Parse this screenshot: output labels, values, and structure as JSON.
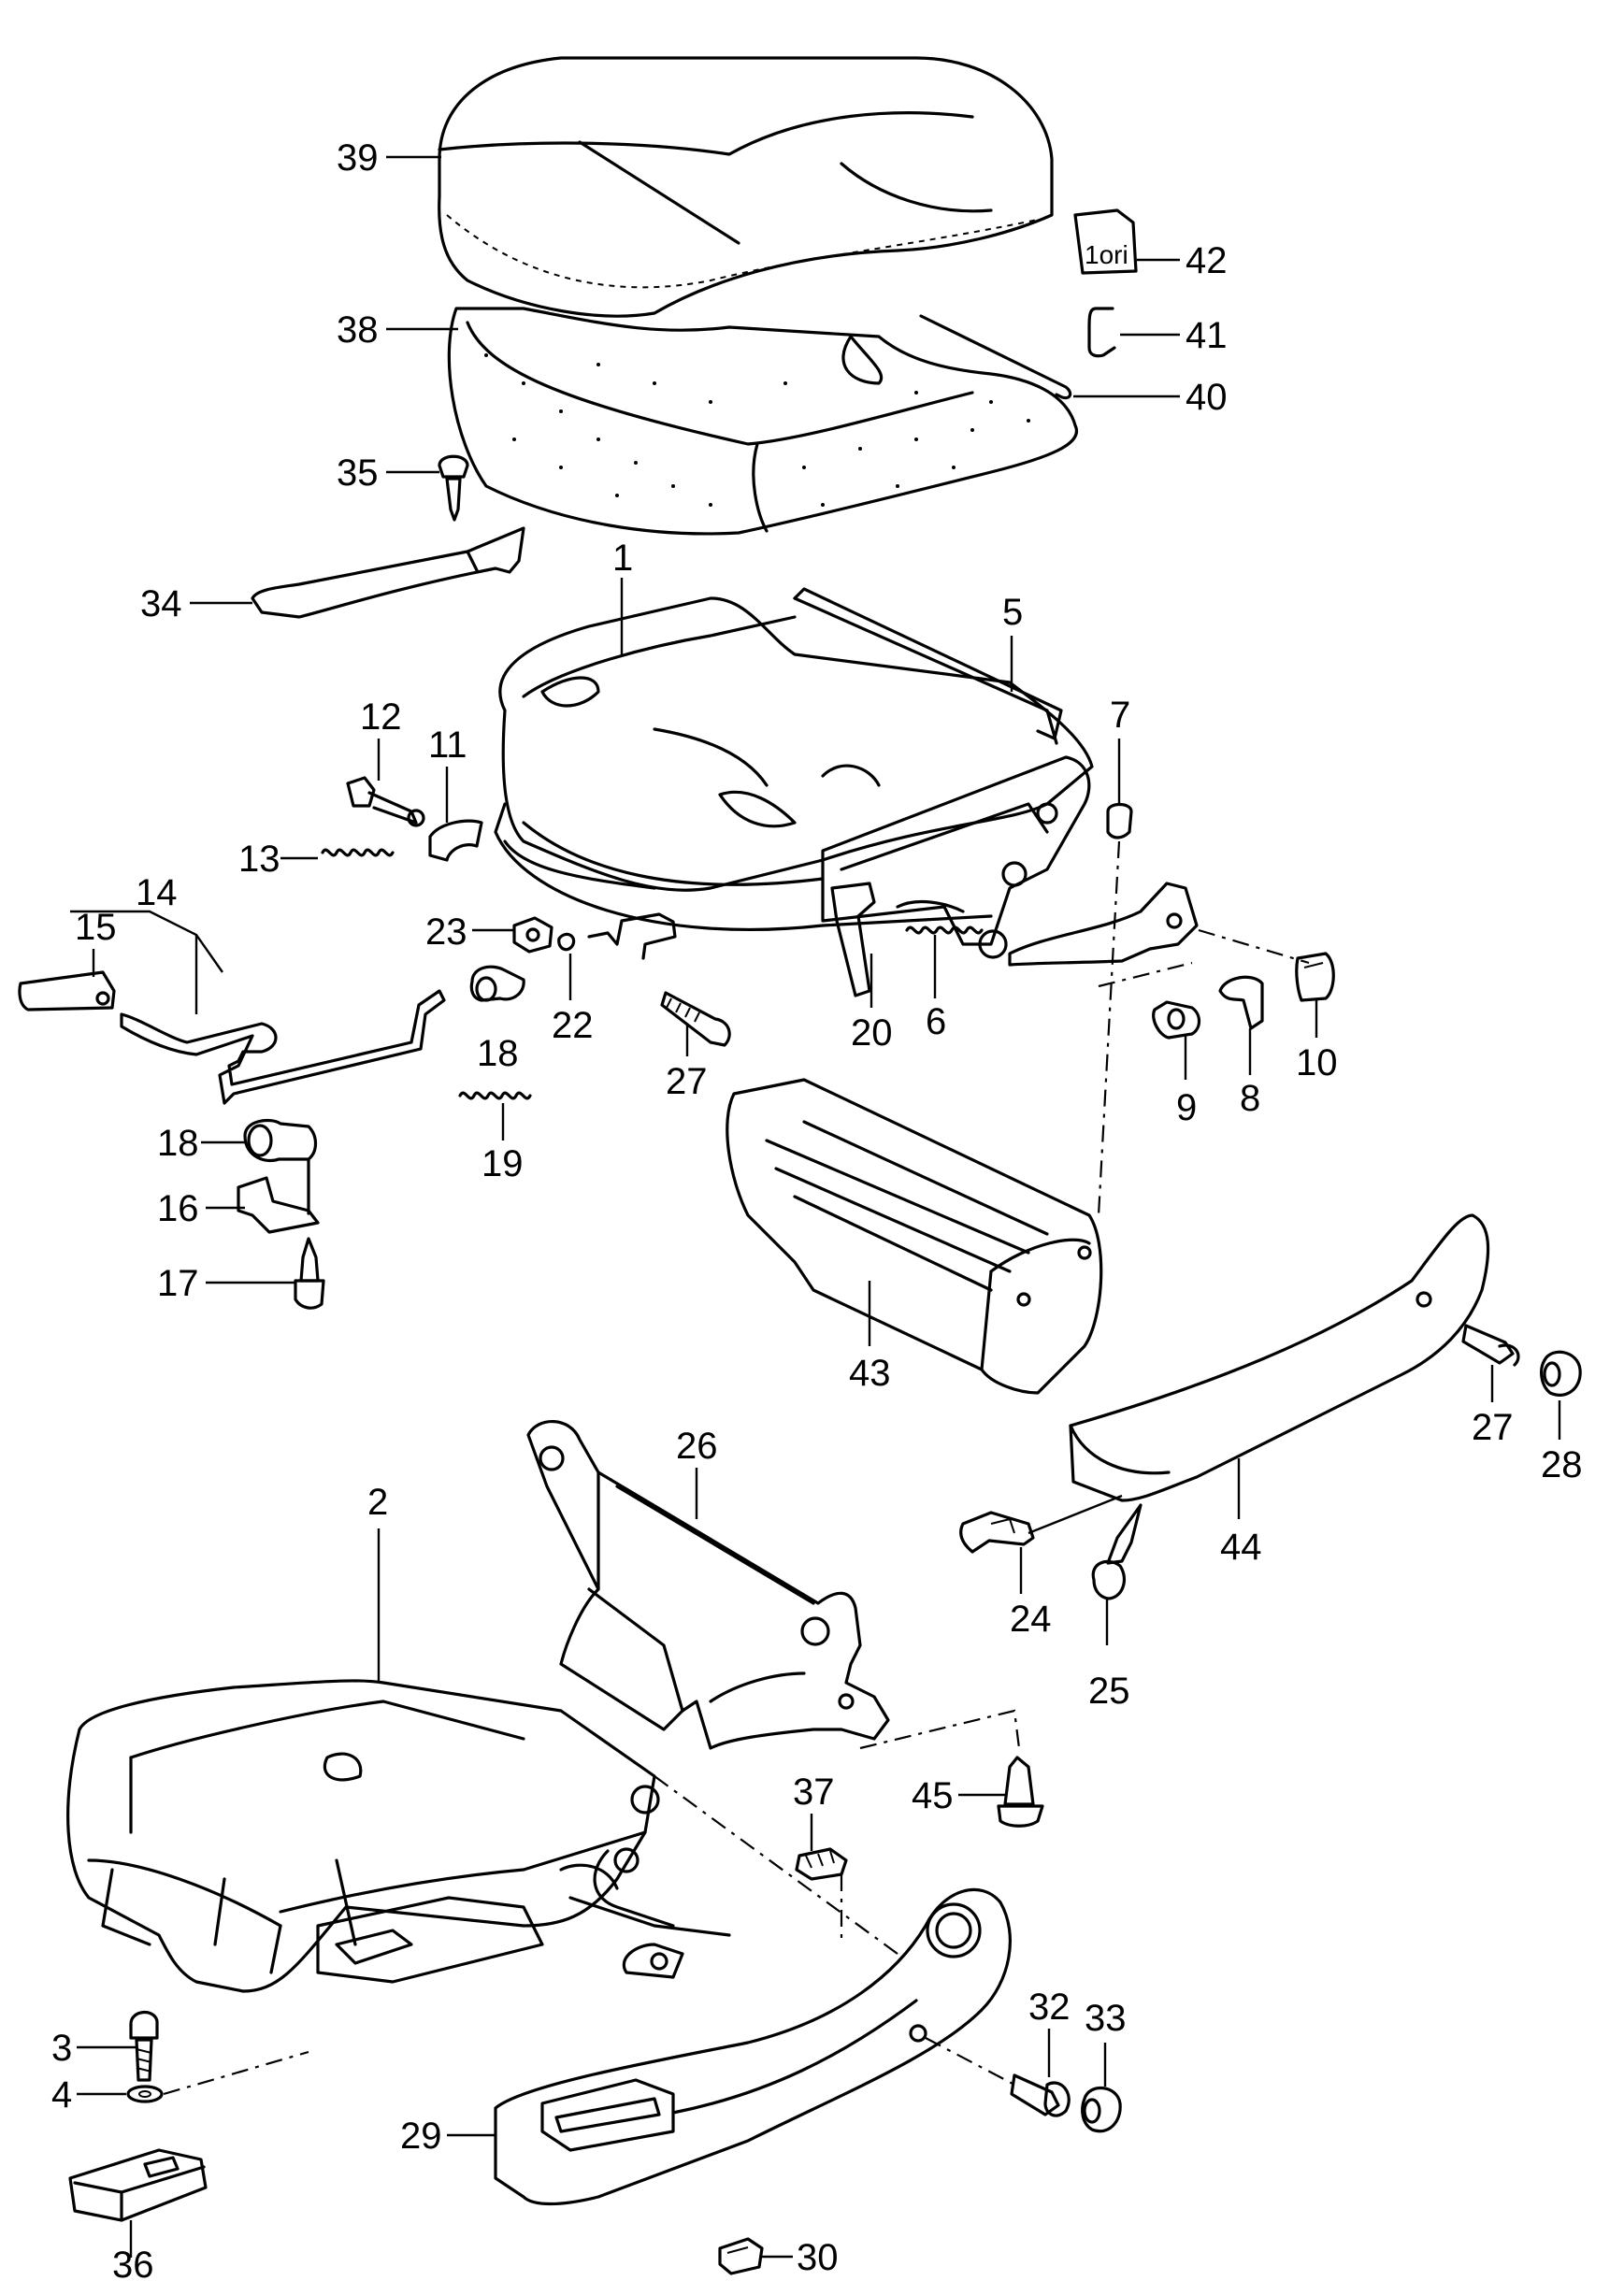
{
  "diagram": {
    "callouts": [
      {
        "id": "39",
        "label": "39"
      },
      {
        "id": "42",
        "label": "42"
      },
      {
        "id": "38",
        "label": "38"
      },
      {
        "id": "41",
        "label": "41"
      },
      {
        "id": "40",
        "label": "40"
      },
      {
        "id": "35",
        "label": "35"
      },
      {
        "id": "34",
        "label": "34"
      },
      {
        "id": "1",
        "label": "1"
      },
      {
        "id": "5",
        "label": "5"
      },
      {
        "id": "12",
        "label": "12"
      },
      {
        "id": "11",
        "label": "11"
      },
      {
        "id": "7",
        "label": "7"
      },
      {
        "id": "13",
        "label": "13"
      },
      {
        "id": "14",
        "label": "14"
      },
      {
        "id": "15",
        "label": "15"
      },
      {
        "id": "23",
        "label": "23"
      },
      {
        "id": "22",
        "label": "22"
      },
      {
        "id": "18a",
        "label": "18"
      },
      {
        "id": "27a",
        "label": "27"
      },
      {
        "id": "20",
        "label": "20"
      },
      {
        "id": "6",
        "label": "6"
      },
      {
        "id": "9",
        "label": "9"
      },
      {
        "id": "8",
        "label": "8"
      },
      {
        "id": "10",
        "label": "10"
      },
      {
        "id": "19",
        "label": "19"
      },
      {
        "id": "18b",
        "label": "18"
      },
      {
        "id": "16",
        "label": "16"
      },
      {
        "id": "17",
        "label": "17"
      },
      {
        "id": "43",
        "label": "43"
      },
      {
        "id": "27b",
        "label": "27"
      },
      {
        "id": "28",
        "label": "28"
      },
      {
        "id": "44",
        "label": "44"
      },
      {
        "id": "24",
        "label": "24"
      },
      {
        "id": "25",
        "label": "25"
      },
      {
        "id": "26",
        "label": "26"
      },
      {
        "id": "2",
        "label": "2"
      },
      {
        "id": "45",
        "label": "45"
      },
      {
        "id": "37",
        "label": "37"
      },
      {
        "id": "32",
        "label": "32"
      },
      {
        "id": "33",
        "label": "33"
      },
      {
        "id": "3",
        "label": "3"
      },
      {
        "id": "4",
        "label": "4"
      },
      {
        "id": "29",
        "label": "29"
      },
      {
        "id": "36",
        "label": "36"
      },
      {
        "id": "30",
        "label": "30"
      }
    ]
  }
}
